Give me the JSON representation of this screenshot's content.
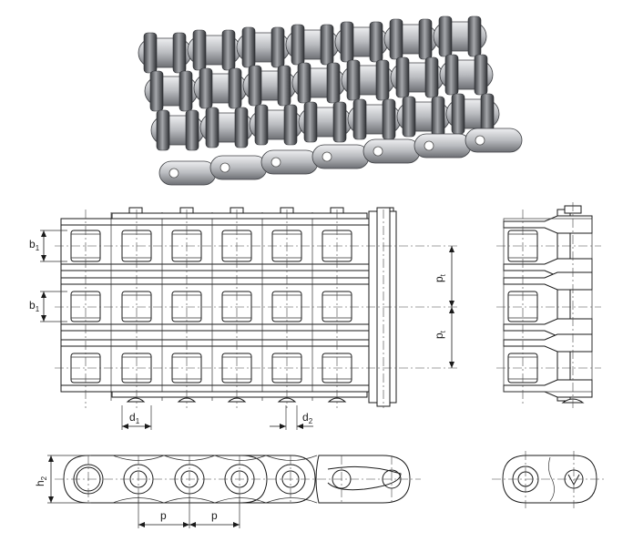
{
  "labels": {
    "b1_upper": {
      "main": "b",
      "sub": "1"
    },
    "b1_lower": {
      "main": "b",
      "sub": "1"
    },
    "pt_upper": {
      "main": "p",
      "sub": "t"
    },
    "pt_lower": {
      "main": "p",
      "sub": "t"
    },
    "d1": {
      "main": "d",
      "sub": "1"
    },
    "d2": {
      "main": "d",
      "sub": "2"
    },
    "h2": {
      "main": "h",
      "sub": "2"
    },
    "p_left": "p",
    "p_right": "p"
  },
  "colors": {
    "line": "#1a1a1a",
    "steel_light": "#d9dadc",
    "steel_mid": "#9a9ca0",
    "steel_dark": "#4a4c50"
  }
}
